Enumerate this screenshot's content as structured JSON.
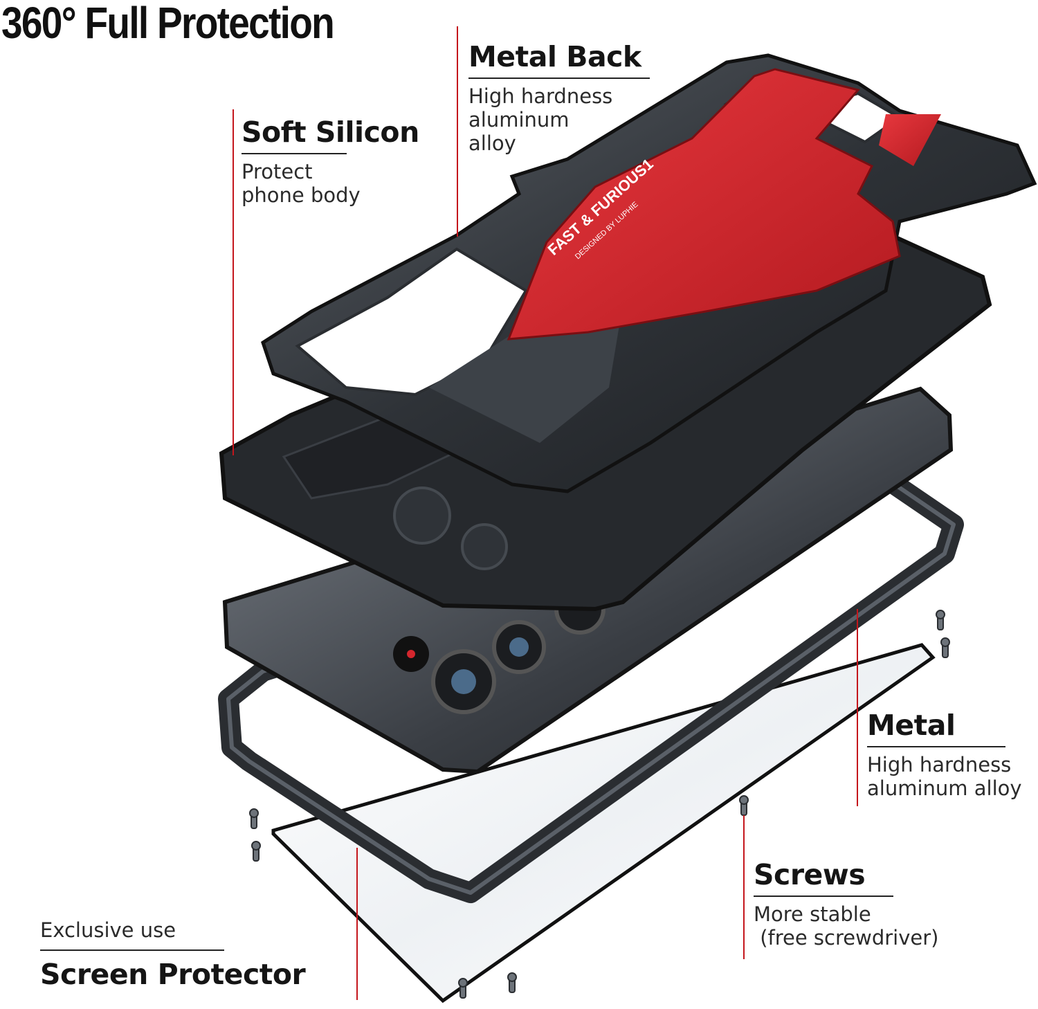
{
  "title": "360° Full Protection",
  "callouts": {
    "metal_back": {
      "heading": "Metal Back",
      "lines": [
        "High hardness",
        "aluminum",
        "alloy"
      ]
    },
    "soft_silicon": {
      "heading": "Soft Silicon",
      "lines": [
        "Protect",
        "phone body"
      ]
    },
    "metal": {
      "heading": "Metal",
      "lines": [
        "High hardness",
        "aluminum alloy"
      ]
    },
    "screws": {
      "heading": "Screws",
      "lines": [
        "More stable",
        " (free screwdriver)"
      ]
    },
    "screen_protector": {
      "pre": "Exclusive use",
      "heading": "Screen Protector"
    }
  },
  "product_print": {
    "line1": "FAST & FURIOUS1",
    "line2": "DESIGNED BY LUPHIE"
  },
  "colors": {
    "accent_red": "#c4161c",
    "case_red": "#d4262d",
    "metal_dark": "#2a2d31",
    "metal_mid": "#4a4f55"
  }
}
